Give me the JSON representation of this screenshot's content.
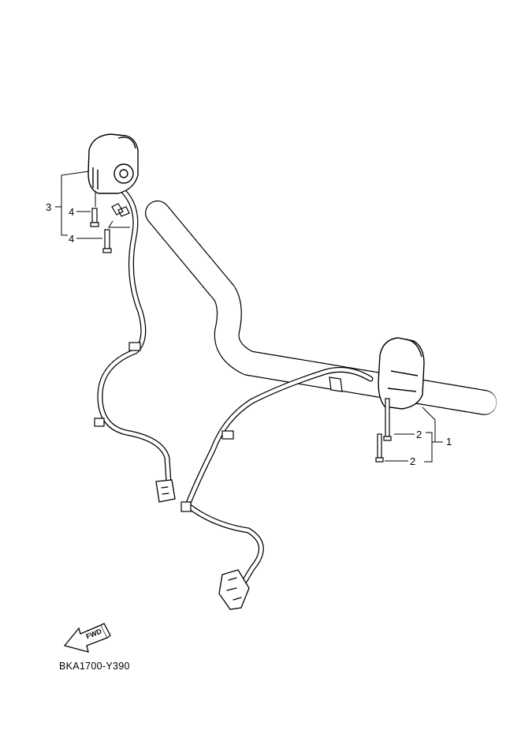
{
  "diagram": {
    "callouts": [
      {
        "id": "callout-3",
        "text": "3"
      },
      {
        "id": "callout-4a",
        "text": "4"
      },
      {
        "id": "callout-4b",
        "text": "4"
      },
      {
        "id": "callout-2a",
        "text": "2"
      },
      {
        "id": "callout-1",
        "text": "1"
      },
      {
        "id": "callout-2b",
        "text": "2"
      }
    ],
    "fwd_label": "FWD",
    "diagram_code": "BKA1700-Y390"
  }
}
